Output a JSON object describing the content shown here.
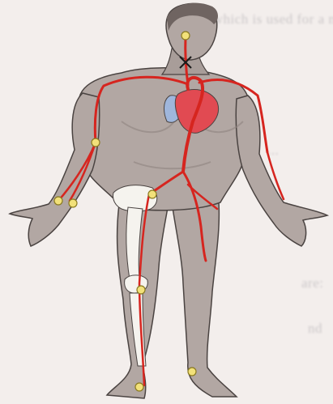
{
  "background_text": [
    "ght, which is used for a m",
    "...",
    "are:",
    "nd"
  ],
  "colors": {
    "skin": "#b2a7a3",
    "skin_shadow": "#8f8480",
    "outline": "#4a4341",
    "artery": "#d6251f",
    "vein_heart": "#9fb6dc",
    "heart": "#e14a52",
    "bone": "#f5f3ee",
    "pulse_point": "#f2e17a"
  },
  "diagram": {
    "subject": "human figure showing arterial system and pulse points",
    "pulse_points": [
      "temporal",
      "carotid",
      "brachial",
      "radial",
      "ulnar",
      "femoral",
      "popliteal",
      "posterior-tibial",
      "dorsalis-pedis"
    ]
  }
}
